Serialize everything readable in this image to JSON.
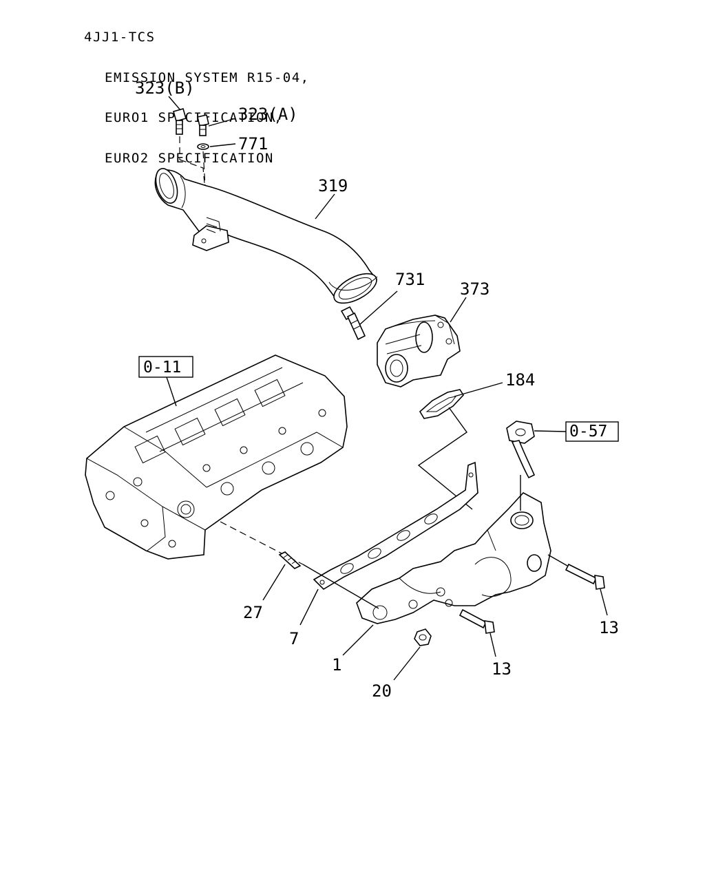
{
  "header": {
    "model": "4JJ1-TCS",
    "line2": "EMISSION SYSTEM R15-04,",
    "line3": "EURO1 SPECIFICATION,",
    "line4": "EURO2 SPECIFICATION"
  },
  "callouts": {
    "bolt_323b": "323(B)",
    "bolt_323a": "323(A)",
    "washer_771": "771",
    "pipe_319": "319",
    "bolt_731": "731",
    "valve_373": "373",
    "gasket_184": "184",
    "stud_27": "27",
    "gasket_7": "7",
    "part_1": "1",
    "bolt_13_lower": "13",
    "bolt_13_right": "13",
    "nut_20": "20"
  },
  "references": {
    "cylinder_head": "0-11",
    "pipe_group": "0-57"
  }
}
